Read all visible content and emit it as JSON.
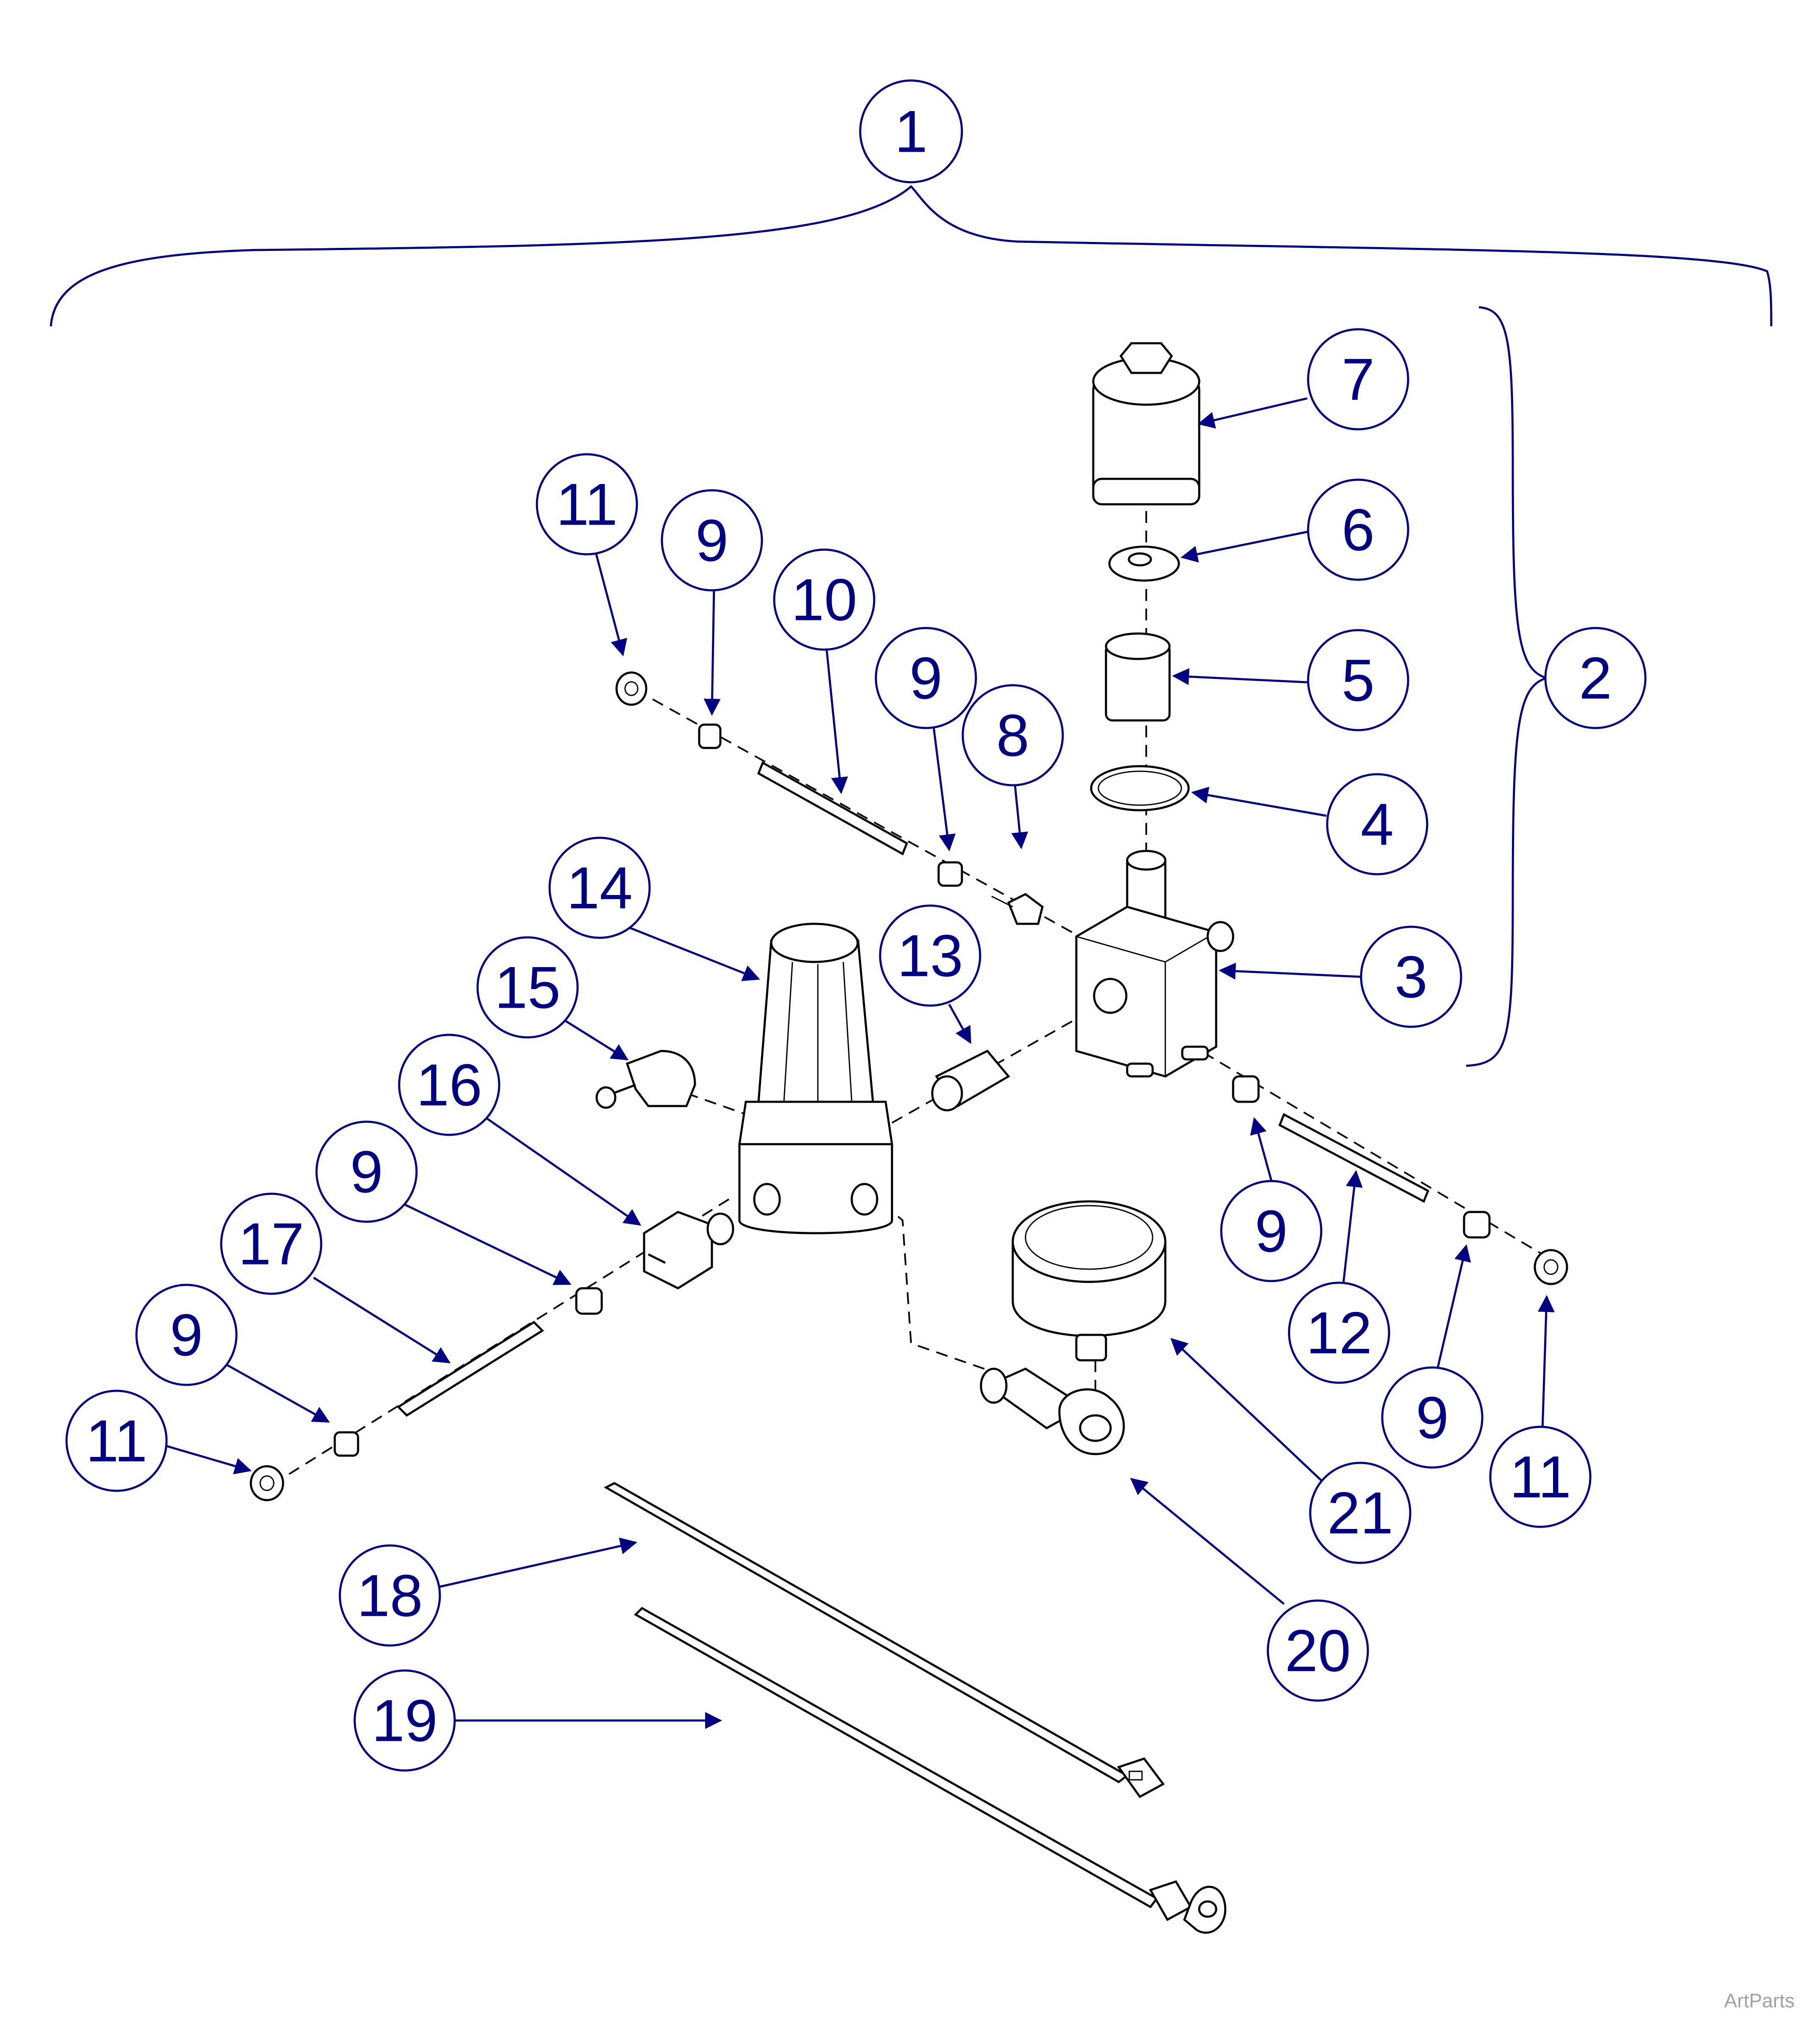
{
  "diagram": {
    "callouts": [
      {
        "id": "c1",
        "label": "1"
      },
      {
        "id": "c2",
        "label": "2"
      },
      {
        "id": "c3",
        "label": "3"
      },
      {
        "id": "c4",
        "label": "4"
      },
      {
        "id": "c5",
        "label": "5"
      },
      {
        "id": "c6",
        "label": "6"
      },
      {
        "id": "c7",
        "label": "7"
      },
      {
        "id": "c8",
        "label": "8"
      },
      {
        "id": "c9a",
        "label": "9"
      },
      {
        "id": "c9b",
        "label": "9"
      },
      {
        "id": "c9c",
        "label": "9"
      },
      {
        "id": "c9d",
        "label": "9"
      },
      {
        "id": "c9e",
        "label": "9"
      },
      {
        "id": "c9f",
        "label": "9"
      },
      {
        "id": "c10",
        "label": "10"
      },
      {
        "id": "c11a",
        "label": "11"
      },
      {
        "id": "c11b",
        "label": "11"
      },
      {
        "id": "c11c",
        "label": "11"
      },
      {
        "id": "c12",
        "label": "12"
      },
      {
        "id": "c13",
        "label": "13"
      },
      {
        "id": "c14",
        "label": "14"
      },
      {
        "id": "c15",
        "label": "15"
      },
      {
        "id": "c16",
        "label": "16"
      },
      {
        "id": "c17",
        "label": "17"
      },
      {
        "id": "c18",
        "label": "18"
      },
      {
        "id": "c19",
        "label": "19"
      },
      {
        "id": "c20",
        "label": "20"
      },
      {
        "id": "c21",
        "label": "21"
      }
    ],
    "colors": {
      "callout": "#000080",
      "line": "#000000",
      "watermark": "#a0a0a0"
    }
  },
  "watermark": "ArtParts"
}
